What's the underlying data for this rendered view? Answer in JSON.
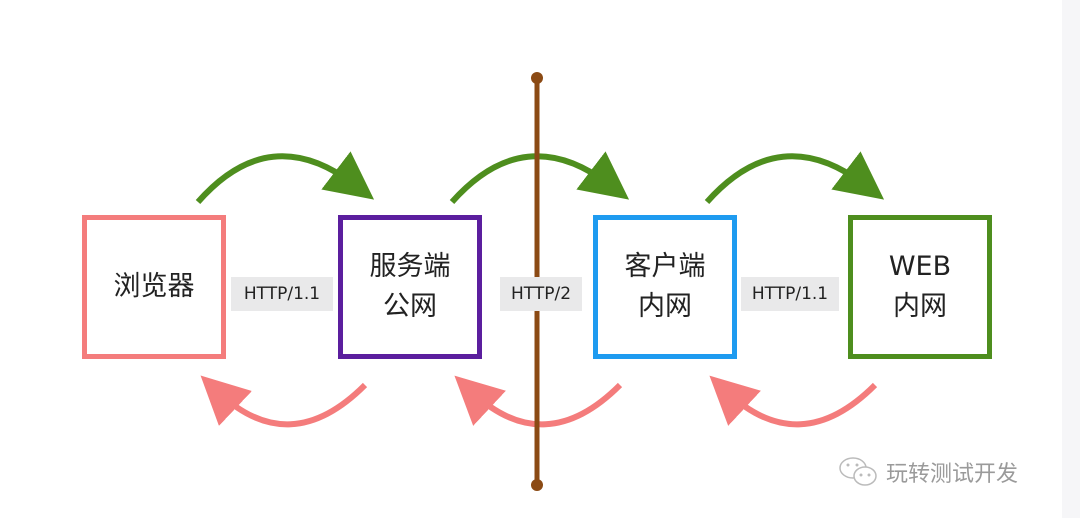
{
  "nodes": [
    {
      "lines": [
        "浏览器"
      ],
      "color": "#F47C7C"
    },
    {
      "lines": [
        "服务端",
        "公网"
      ],
      "color": "#5B1E9E"
    },
    {
      "lines": [
        "客户端",
        "内网"
      ],
      "color": "#1E9BF0"
    },
    {
      "lines": [
        "WEB",
        "内网"
      ],
      "color": "#4E8E1E"
    }
  ],
  "protocols": [
    "HTTP/1.1",
    "HTTP/2",
    "HTTP/1.1"
  ],
  "colors": {
    "forward_arrow": "#4E8E1E",
    "return_arrow": "#F47C7C",
    "divider": "#8B4A14"
  },
  "watermark": {
    "icon": "wechat-icon",
    "text": "玩转测试开发"
  }
}
